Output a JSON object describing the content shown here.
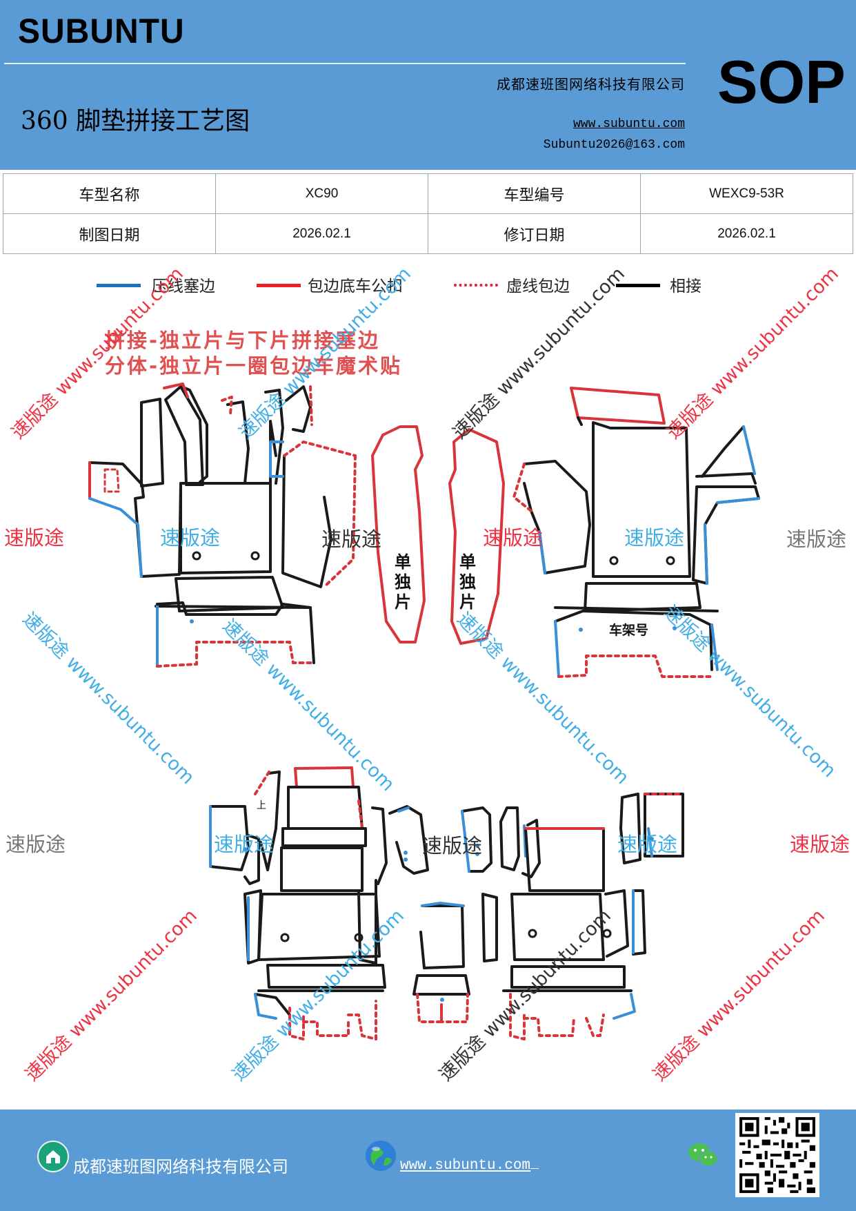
{
  "header": {
    "brand": "SUBUNTU",
    "badge": "SOP",
    "company": "成都速班图网络科技有限公司",
    "website": "www.subuntu.com",
    "email": "Subuntu2026@163.com",
    "title": "360 脚垫拼接工艺图"
  },
  "info_table": {
    "model_name_label": "车型名称",
    "model_name_value": "XC90",
    "model_code_label": "车型编号",
    "model_code_value": "WEXC9-53R",
    "drawing_date_label": "制图日期",
    "drawing_date_value": "2026.02.1",
    "revision_date_label": "修订日期",
    "revision_date_value": "2026.02.1"
  },
  "legend": [
    {
      "label": "压线塞边",
      "color": "#1f6fc0",
      "style": "solid"
    },
    {
      "label": "包边底车公扣",
      "color": "#ee1c25",
      "style": "solid"
    },
    {
      "label": "虚线包边",
      "color": "#ee1c25",
      "style": "dashed"
    },
    {
      "label": "相接",
      "color": "#000000",
      "style": "solid"
    }
  ],
  "notes": {
    "line1": "拼接-独立片与下片拼接塞边",
    "line2": "分体-独立片一圈包边车魔术贴"
  },
  "diagram_labels": {
    "single_piece": "单独片",
    "frame_number": "车架号",
    "top_mark": "上"
  },
  "watermarks": {
    "brand_cn": "速版途",
    "diagonal": "速版途 www.subuntu.com",
    "url": "www.subuntu.com"
  },
  "colors": {
    "header_bg": "#5b9bd5",
    "blue_line": "#3a8fd6",
    "red_line": "#d9343a",
    "black_line": "#1a1a1a"
  },
  "icons": [
    "home-icon",
    "globe-icon",
    "wechat-icon",
    "qr-code-icon"
  ],
  "footer": {
    "company": "成都速班图网络科技有限公司",
    "website": "www.subuntu.com"
  }
}
